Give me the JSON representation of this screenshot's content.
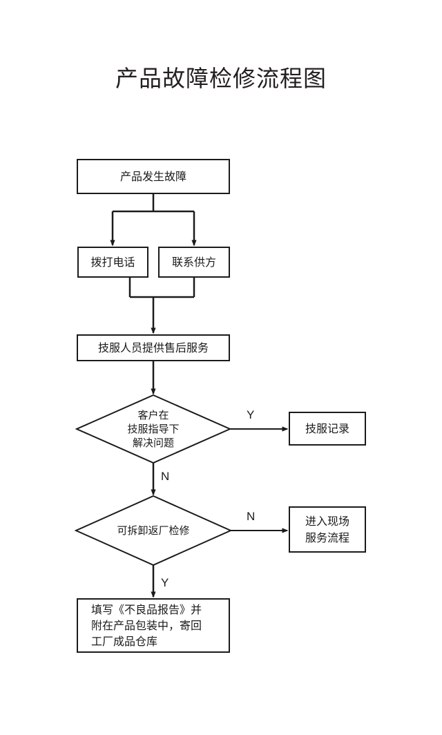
{
  "diagram": {
    "title": "产品故障检修流程图",
    "type": "flowchart",
    "background_color": "#ffffff",
    "line_color": "#1a1a1a",
    "text_color": "#1a1a1a",
    "nodes": [
      {
        "id": "start",
        "shape": "process",
        "label": "产品发生故障"
      },
      {
        "id": "call",
        "shape": "process",
        "label": "拨打电话"
      },
      {
        "id": "supplier",
        "shape": "process",
        "label": "联系供方"
      },
      {
        "id": "aftersales",
        "shape": "process",
        "label": "技服人员提供售后服务"
      },
      {
        "id": "decision1",
        "shape": "decision",
        "label": "客户在\n技服指导下\n解决问题"
      },
      {
        "id": "record",
        "shape": "process",
        "label": "技服记录"
      },
      {
        "id": "decision2",
        "shape": "decision",
        "label": "可拆卸返厂检修"
      },
      {
        "id": "onsite",
        "shape": "process",
        "label": "进入现场\n服务流程"
      },
      {
        "id": "report",
        "shape": "process",
        "label": "填写《不良品报告》并\n附在产品包装中，寄回\n工厂成品仓库"
      }
    ],
    "edges": [
      {
        "from": "start",
        "to": "call",
        "label": ""
      },
      {
        "from": "start",
        "to": "supplier",
        "label": ""
      },
      {
        "from": "call",
        "to": "aftersales",
        "label": ""
      },
      {
        "from": "supplier",
        "to": "aftersales",
        "label": ""
      },
      {
        "from": "aftersales",
        "to": "decision1",
        "label": ""
      },
      {
        "from": "decision1",
        "to": "record",
        "label": "Y"
      },
      {
        "from": "decision1",
        "to": "decision2",
        "label": "N"
      },
      {
        "from": "decision2",
        "to": "onsite",
        "label": "N"
      },
      {
        "from": "decision2",
        "to": "report",
        "label": "Y"
      }
    ],
    "branch_labels": {
      "d1_yes": "Y",
      "d1_no": "N",
      "d2_no": "N",
      "d2_yes": "Y"
    }
  }
}
